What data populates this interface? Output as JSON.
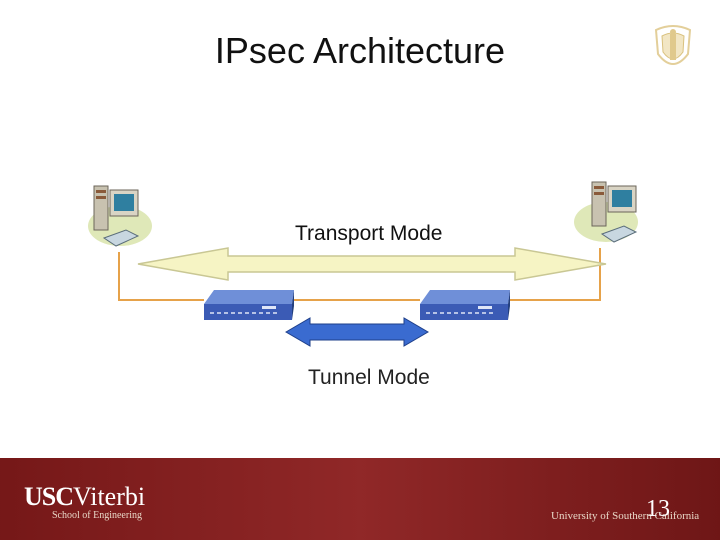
{
  "slide": {
    "title": "IPsec Architecture",
    "page_number": "13"
  },
  "diagram": {
    "transport_label": "Transport Mode",
    "tunnel_label": "Tunnel Mode",
    "colors": {
      "transport_arrow_fill": "#f6f4c4",
      "transport_arrow_stroke": "#c9c794",
      "tunnel_arrow_fill": "#3a6bd0",
      "link_line": "#e6a24a",
      "router_body": "#3b5bb5"
    }
  },
  "footer": {
    "brand_usc": "USC",
    "brand_viterbi": "Viterbi",
    "school": "School of Engineering",
    "university": "University of Southern California",
    "background": "#8a1c1c"
  }
}
